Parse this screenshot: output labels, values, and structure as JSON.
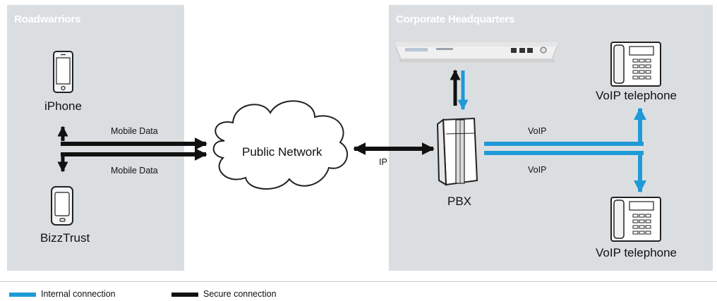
{
  "panels": {
    "left_title": "Roadwarriors",
    "right_title": "Corporate Headquarters"
  },
  "nodes": {
    "iphone": "iPhone",
    "bizztrust": "BizzTrust",
    "public_network": "Public Network",
    "pbx": "PBX",
    "voip_phone_top": "VoIP telephone",
    "voip_phone_bottom": "VoIP telephone"
  },
  "edges": {
    "mobile_data_top": "Mobile Data",
    "mobile_data_bottom": "Mobile Data",
    "ip": "IP",
    "voip_top": "VoIP",
    "voip_bottom": "VoIP"
  },
  "legend": {
    "internal": "Internal connection",
    "secure": "Secure connection"
  },
  "colors": {
    "internal": "#1f9ad6",
    "secure": "#111111",
    "panel": "#dbdee1"
  }
}
